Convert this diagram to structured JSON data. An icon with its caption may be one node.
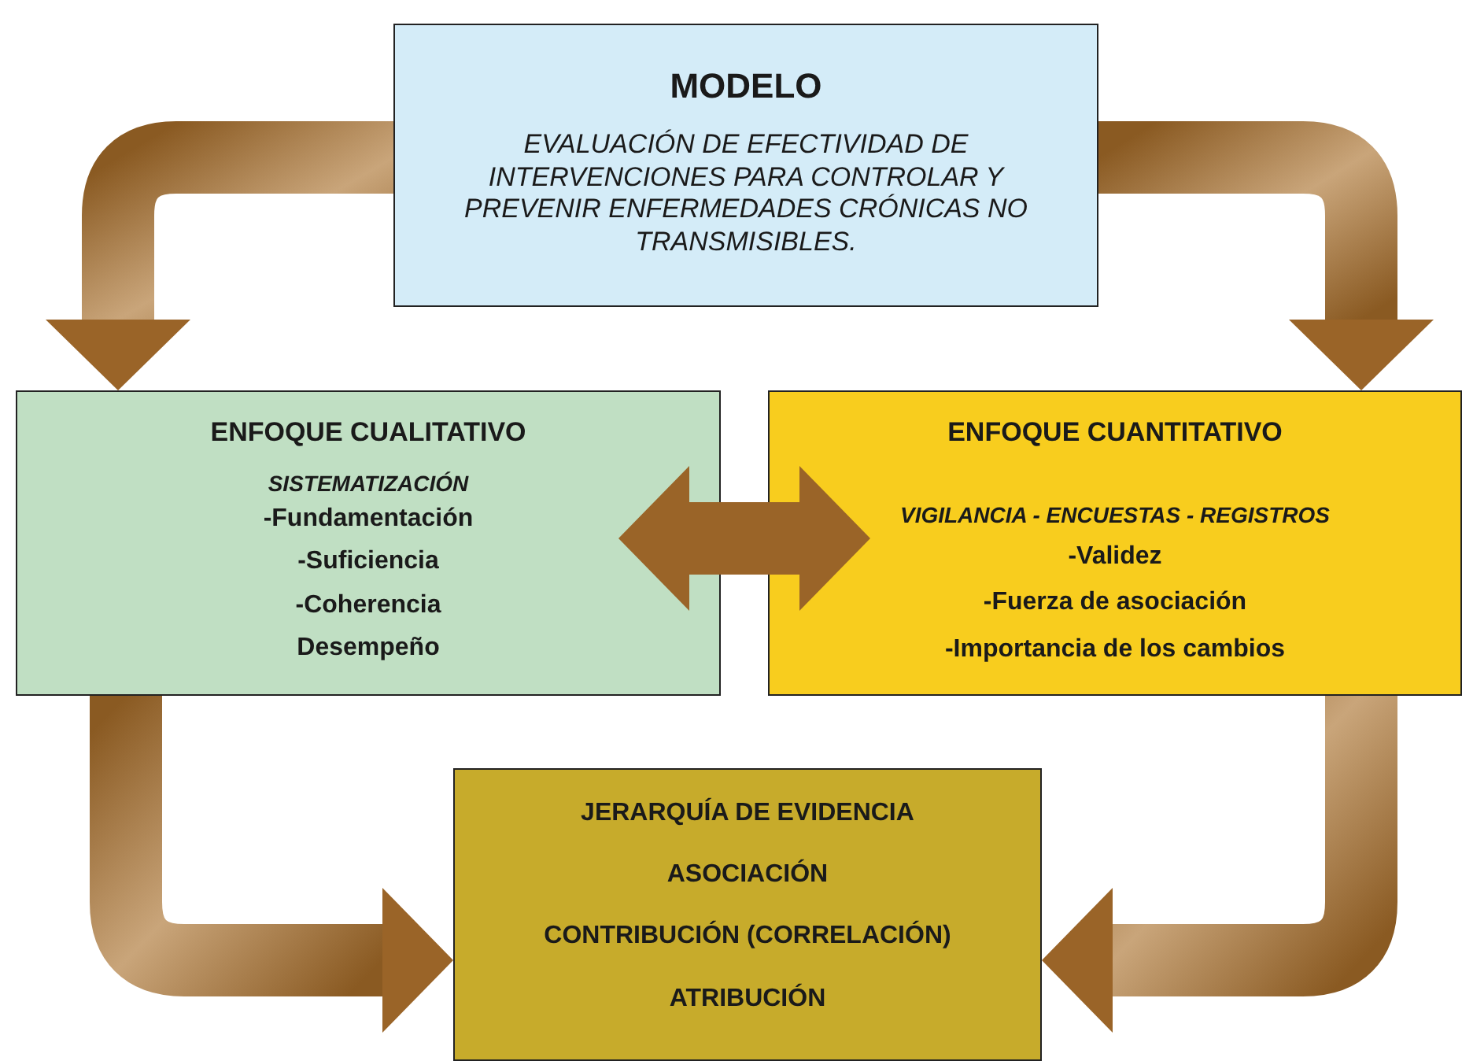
{
  "diagram": {
    "nodes": [
      {
        "text": [
          "MODELO",
          "EVALUACIÓN DE EFECTIVIDAD DE INTERVENCIONES PARA CONTROLAR Y PREVENIR ENFERMEDADES CRÓNICAS NO TRANSMISIBLES."
        ]
      },
      {
        "text": [
          "ENFOQUE CUALITATIVO",
          "SISTEMATIZACIÓN",
          "-Fundamentación",
          "-Suficiencia",
          "-Coherencia",
          "Desempeño"
        ]
      },
      {
        "text": [
          "ENFOQUE CUANTITATIVO",
          "VIGILANCIA - ENCUESTAS - REGISTROS",
          "-Validez",
          "-Fuerza de asociación",
          "-Importancia de los cambios"
        ]
      },
      {
        "text": [
          "JERARQUÍA DE EVIDENCIA",
          "ASOCIACIÓN",
          "CONTRIBUCIÓN (CORRELACIÓN)",
          "ATRIBUCIÓN"
        ]
      }
    ],
    "edges": [
      {
        "from": 0,
        "to": 1,
        "arrow": "to"
      },
      {
        "from": 0,
        "to": 2,
        "arrow": "to"
      },
      {
        "from": 1,
        "to": 2,
        "arrow": "both"
      },
      {
        "from": 1,
        "to": 3,
        "arrow": "to"
      },
      {
        "from": 2,
        "to": 3,
        "arrow": "to"
      }
    ]
  }
}
